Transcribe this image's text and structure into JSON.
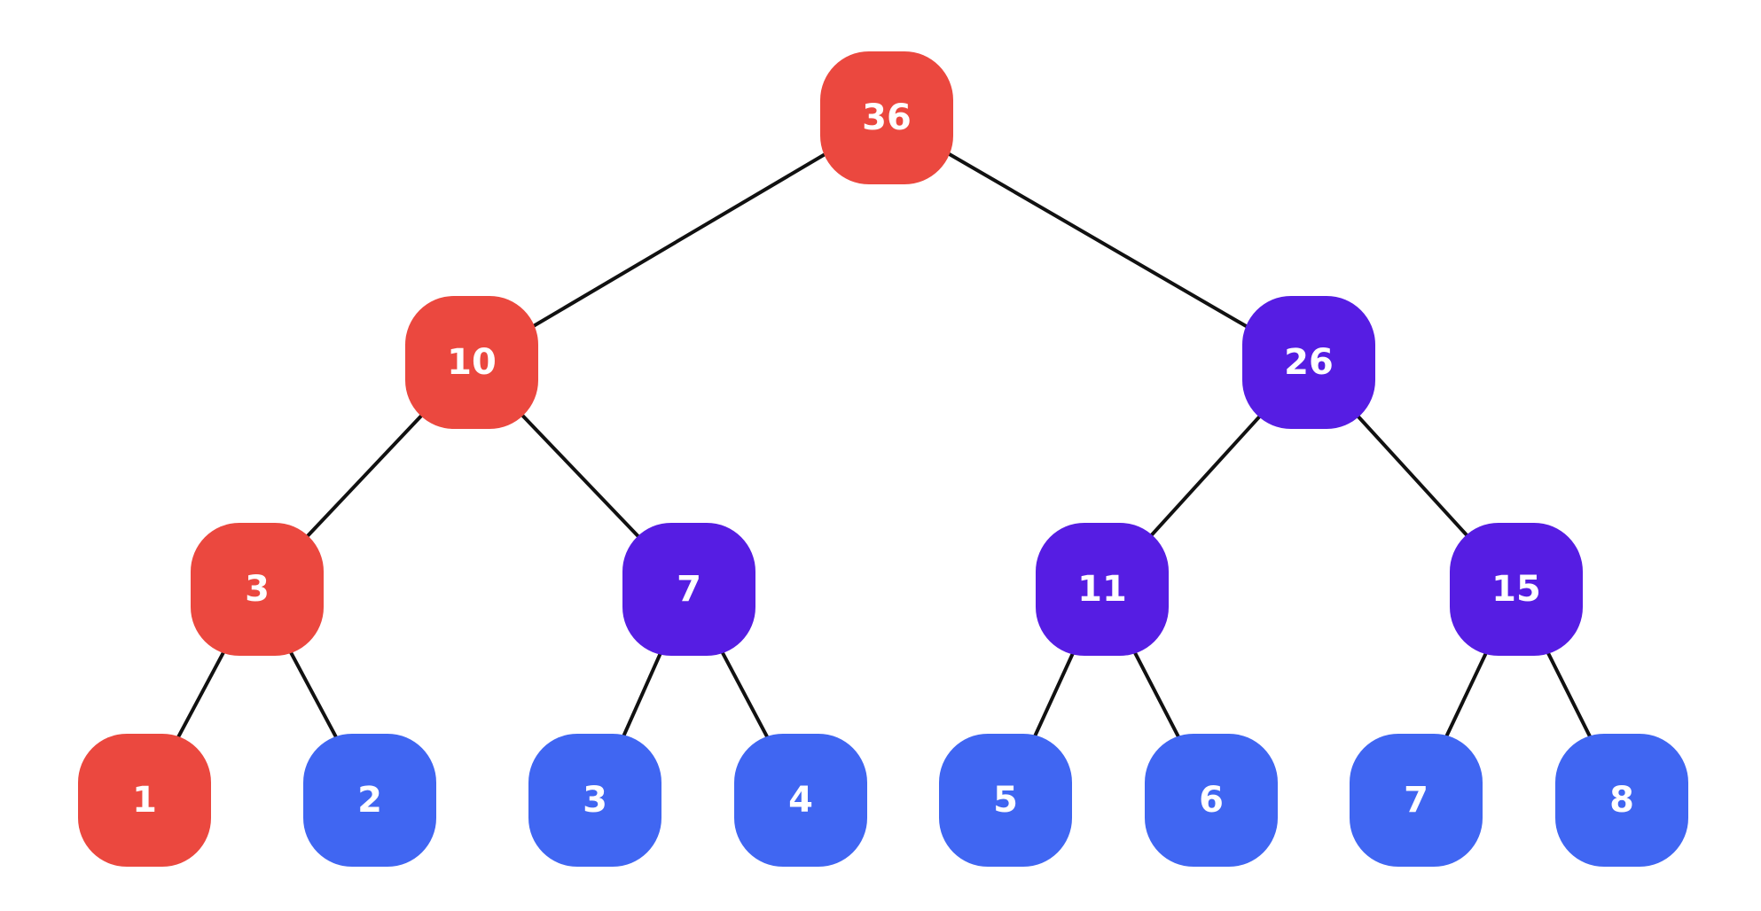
{
  "colors": {
    "red": "#EB483F",
    "purple": "#561DE3",
    "blue": "#4066F2",
    "edge": "#111111",
    "label": "#FFFFFF"
  },
  "tree": {
    "root": {
      "value": "36",
      "color": "red",
      "left": {
        "value": "10",
        "color": "red",
        "left": {
          "value": "3",
          "color": "red",
          "left": {
            "value": "1",
            "color": "red"
          },
          "right": {
            "value": "2",
            "color": "blue"
          }
        },
        "right": {
          "value": "7",
          "color": "purple",
          "left": {
            "value": "3",
            "color": "blue"
          },
          "right": {
            "value": "4",
            "color": "blue"
          }
        }
      },
      "right": {
        "value": "26",
        "color": "purple",
        "left": {
          "value": "11",
          "color": "purple",
          "left": {
            "value": "5",
            "color": "blue"
          },
          "right": {
            "value": "6",
            "color": "blue"
          }
        },
        "right": {
          "value": "15",
          "color": "purple",
          "left": {
            "value": "7",
            "color": "blue"
          },
          "right": {
            "value": "8",
            "color": "blue"
          }
        }
      }
    }
  }
}
